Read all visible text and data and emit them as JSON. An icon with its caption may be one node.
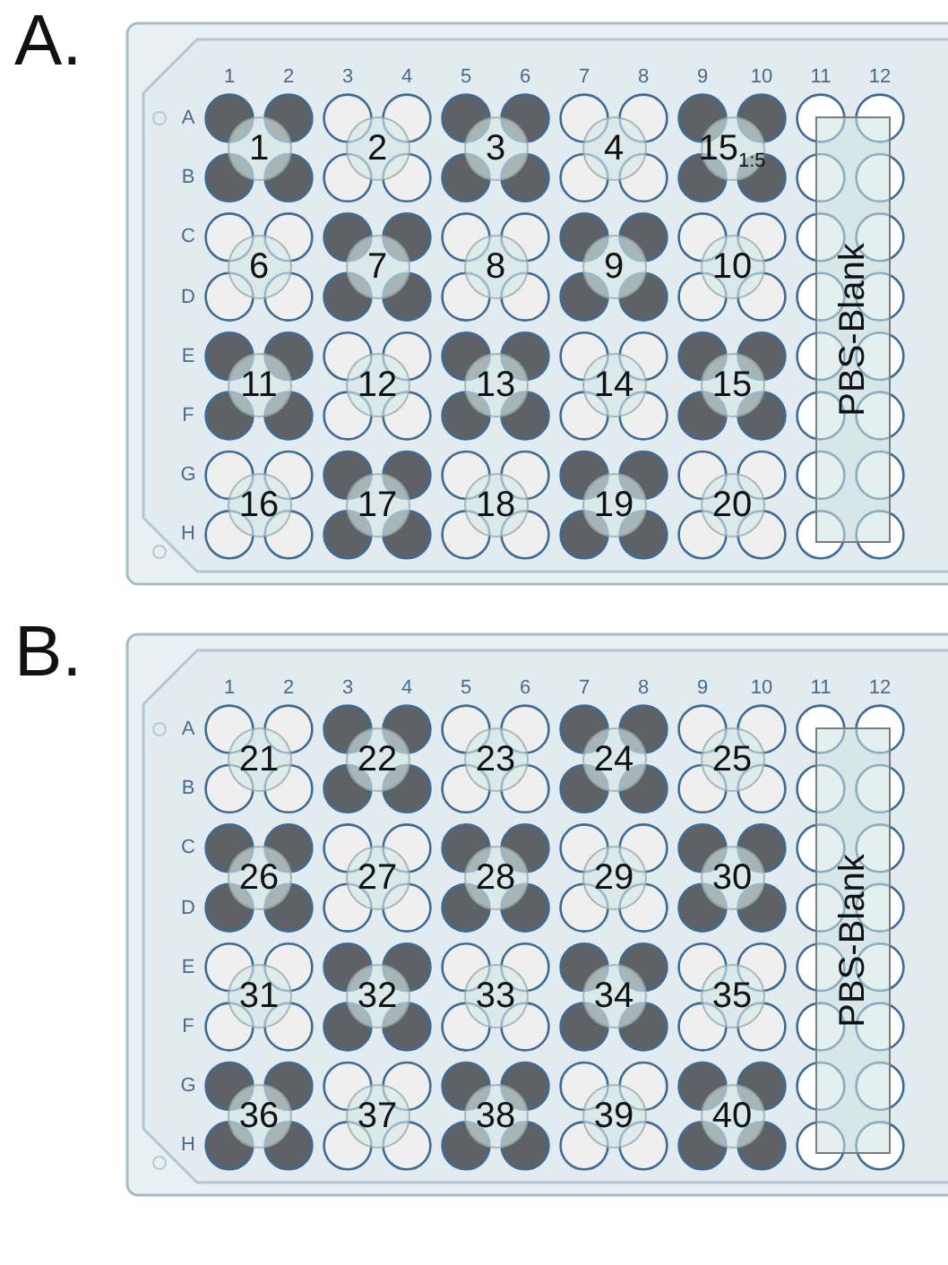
{
  "diagram": {
    "nodes": [
      {
        "text": [
          "A."
        ]
      },
      {
        "text": [
          "1"
        ],
        "in": 0
      },
      {
        "text": [
          "2"
        ],
        "in": 0
      },
      {
        "text": [
          "3"
        ],
        "in": 0
      },
      {
        "text": [
          "4"
        ],
        "in": 0
      },
      {
        "text": [
          "15$_{1:5}$"
        ],
        "in": 0
      },
      {
        "text": [
          "6"
        ],
        "in": 0
      },
      {
        "text": [
          "7"
        ],
        "in": 0
      },
      {
        "text": [
          "8"
        ],
        "in": 0
      },
      {
        "text": [
          "9"
        ],
        "in": 0
      },
      {
        "text": [
          "10"
        ],
        "in": 0
      },
      {
        "text": [
          "11"
        ],
        "in": 0
      },
      {
        "text": [
          "12"
        ],
        "in": 0
      },
      {
        "text": [
          "13"
        ],
        "in": 0
      },
      {
        "text": [
          "14"
        ],
        "in": 0
      },
      {
        "text": [
          "15"
        ],
        "in": 0
      },
      {
        "text": [
          "16"
        ],
        "in": 0
      },
      {
        "text": [
          "17"
        ],
        "in": 0
      },
      {
        "text": [
          "18"
        ],
        "in": 0
      },
      {
        "text": [
          "19"
        ],
        "in": 0
      },
      {
        "text": [
          "20"
        ],
        "in": 0
      },
      {
        "text": [
          "PBS-Blank"
        ],
        "in": 0
      },
      {
        "text": [
          "B."
        ]
      },
      {
        "text": [
          "21"
        ],
        "in": 22
      },
      {
        "text": [
          "22"
        ],
        "in": 22
      },
      {
        "text": [
          "23"
        ],
        "in": 22
      },
      {
        "text": [
          "24"
        ],
        "in": 22
      },
      {
        "text": [
          "25"
        ],
        "in": 22
      },
      {
        "text": [
          "26"
        ],
        "in": 22
      },
      {
        "text": [
          "27"
        ],
        "in": 22
      },
      {
        "text": [
          "28"
        ],
        "in": 22
      },
      {
        "text": [
          "29"
        ],
        "in": 22
      },
      {
        "text": [
          "30"
        ],
        "in": 22
      },
      {
        "text": [
          "31"
        ],
        "in": 22
      },
      {
        "text": [
          "32"
        ],
        "in": 22
      },
      {
        "text": [
          "33"
        ],
        "in": 22
      },
      {
        "text": [
          "34"
        ],
        "in": 22
      },
      {
        "text": [
          "35"
        ],
        "in": 22
      },
      {
        "text": [
          "36"
        ],
        "in": 22
      },
      {
        "text": [
          "37"
        ],
        "in": 22
      },
      {
        "text": [
          "38"
        ],
        "in": 22
      },
      {
        "text": [
          "39"
        ],
        "in": 22
      },
      {
        "text": [
          "40"
        ],
        "in": 22
      },
      {
        "text": [
          "PBS-Blank"
        ],
        "in": 22
      }
    ],
    "edges": [],
    "labels": [
      "1",
      "2",
      "3",
      "4",
      "5",
      "6",
      "7",
      "8",
      "9",
      "10",
      "11",
      "12",
      "A",
      "B",
      "C",
      "D",
      "E",
      "F",
      "G",
      "H",
      "1",
      "2",
      "3",
      "4",
      "5",
      "6",
      "7",
      "8",
      "9",
      "10",
      "11",
      "12",
      "A",
      "B",
      "C",
      "D",
      "E",
      "F",
      "G",
      "H"
    ]
  }
}
